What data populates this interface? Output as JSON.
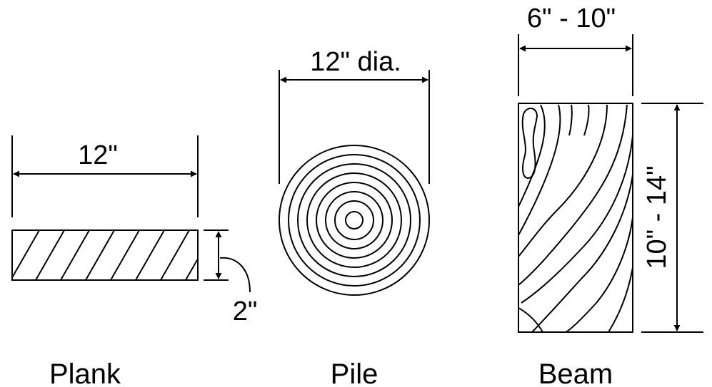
{
  "plank": {
    "caption": "Plank",
    "width_label": "12\"",
    "thickness_label": "2\""
  },
  "pile": {
    "caption": "Pile",
    "diameter_label": "12\" dia."
  },
  "beam": {
    "caption": "Beam",
    "width_label": "6\" - 10\"",
    "depth_label": "10\" - 14\""
  }
}
